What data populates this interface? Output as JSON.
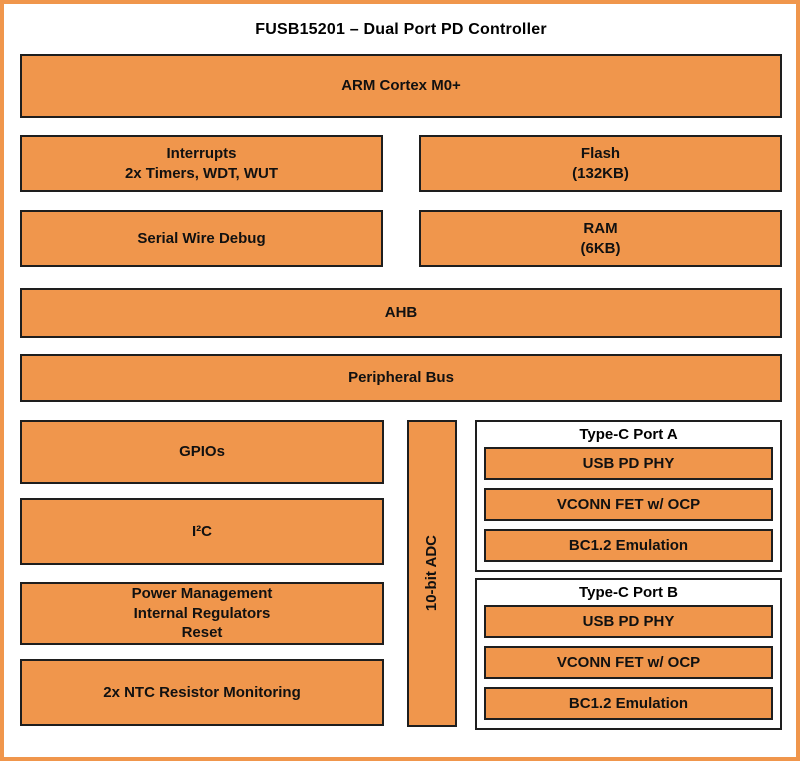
{
  "diagram": {
    "title": "FUSB15201 – Dual Port PD Controller",
    "colors": {
      "block_fill": "#F0964C",
      "block_border": "#1E1E1E",
      "frame_border": "#F0964C",
      "background": "#FFFFFF",
      "text": "#111111"
    },
    "blocks": {
      "arm": {
        "label": "ARM Cortex M0+"
      },
      "interrupts": {
        "line1": "Interrupts",
        "line2": "2x Timers, WDT, WUT"
      },
      "flash": {
        "line1": "Flash",
        "line2": "(132KB)"
      },
      "swd": {
        "label": "Serial Wire Debug"
      },
      "ram": {
        "line1": "RAM",
        "line2": "(6KB)"
      },
      "ahb": {
        "label": "AHB"
      },
      "peripheral_bus": {
        "label": "Peripheral Bus"
      },
      "gpios": {
        "label": "GPIOs"
      },
      "i2c": {
        "label": "I²C"
      },
      "power_mgmt": {
        "line1": "Power Management",
        "line2": "Internal Regulators",
        "line3": "Reset"
      },
      "ntc": {
        "label": "2x NTC Resistor Monitoring"
      },
      "adc": {
        "label": "10-bit ADC"
      },
      "port_a": {
        "title": "Type-C Port A",
        "items": [
          "USB PD PHY",
          "VCONN FET w/ OCP",
          "BC1.2 Emulation"
        ]
      },
      "port_b": {
        "title": "Type-C Port B",
        "items": [
          "USB PD PHY",
          "VCONN FET w/ OCP",
          "BC1.2 Emulation"
        ]
      }
    }
  }
}
